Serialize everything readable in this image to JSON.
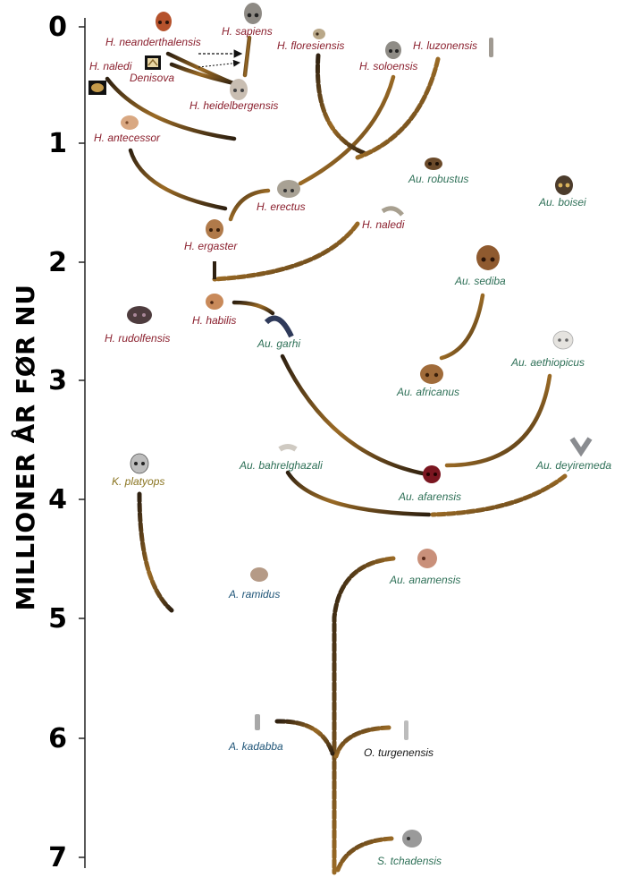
{
  "axis": {
    "title": "MILLIONER ÅR FØR NU",
    "ticks": [
      "0",
      "1",
      "2",
      "3",
      "4",
      "5",
      "6",
      "7"
    ]
  },
  "colors": {
    "homo": "#8a1f2d",
    "australopithecus": "#2e7057",
    "ardipithecus": "#1f5578",
    "other": "#151515",
    "kenyanthropus": "#8a7420",
    "branch_dark": "#3a2a18",
    "branch_light": "#b8862f"
  },
  "species": {
    "neanderthalensis": "H. neanderthalensis",
    "sapiens": "H. sapiens",
    "floresiensis": "H. floresiensis",
    "luzonensis": "H. luzonensis",
    "naledi_top": "H. naledi",
    "denisova": "Denisova",
    "soloensis": "H. soloensis",
    "heidelbergensis": "H. heidelbergensis",
    "antecessor": "H. antecessor",
    "erectus": "H. erectus",
    "robustus": "Au. robustus",
    "boisei": "Au. boisei",
    "ergaster": "H. ergaster",
    "naledi_mid": "H. naledi",
    "sediba": "Au. sediba",
    "habilis": "H. habilis",
    "rudolfensis": "H. rudolfensis",
    "garhi": "Au. garhi",
    "aethiopicus": "Au. aethiopicus",
    "africanus": "Au. africanus",
    "bahrelghazali": "Au. bahrelghazali",
    "deyiremeda": "Au. deyiremeda",
    "platyops": "K. platyops",
    "afarensis": "Au. afarensis",
    "anamensis": "Au. anamensis",
    "ramidus": "A. ramidus",
    "kadabba": "A. kadabba",
    "turgenensis": "O. turgenensis",
    "tchadensis": "S. tchadensis"
  }
}
